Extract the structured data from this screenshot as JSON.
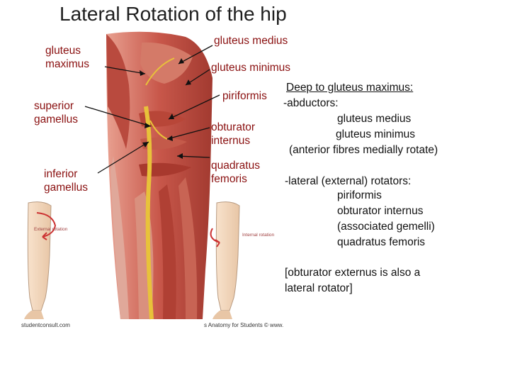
{
  "title": "Lateral Rotation of the hip",
  "labels": {
    "gluteus_maximus": "gluteus maximus",
    "superior_gamellus": "superior gamellus",
    "inferior_gamellus": "inferior gamellus",
    "gluteus_medius": "gluteus medius",
    "gluteus_minimus": "gluteus minimus",
    "piriformis": "piriformis",
    "obturator_internus": "obturator internus",
    "quadratus_femoris": "quadratus femoris"
  },
  "notes": {
    "heading": "Deep to gluteus maximus:",
    "abductors": "-abductors:",
    "abd_1": "gluteus medius",
    "abd_2": "gluteus minimus",
    "abd_3": "(anterior fibres medially rotate)",
    "rotators": "-lateral (external) rotators:",
    "rot_1": "piriformis",
    "rot_2": "obturator internus",
    "rot_3": "(associated gemelli)",
    "rot_4": "quadratus femoris",
    "bracket_1": "[obturator externus is also a",
    "bracket_2": "lateral rotator]"
  },
  "figure": {
    "external_rotation": "External rotation",
    "internal_rotation": "Internal rotation",
    "credit_left": "studentconsult.com",
    "credit_right": "s Anatomy for Students © www."
  },
  "colors": {
    "muscle": "#c8574a",
    "muscle_dark": "#9a3028",
    "nerve": "#e8c23a",
    "label_text": "#8a1010"
  }
}
